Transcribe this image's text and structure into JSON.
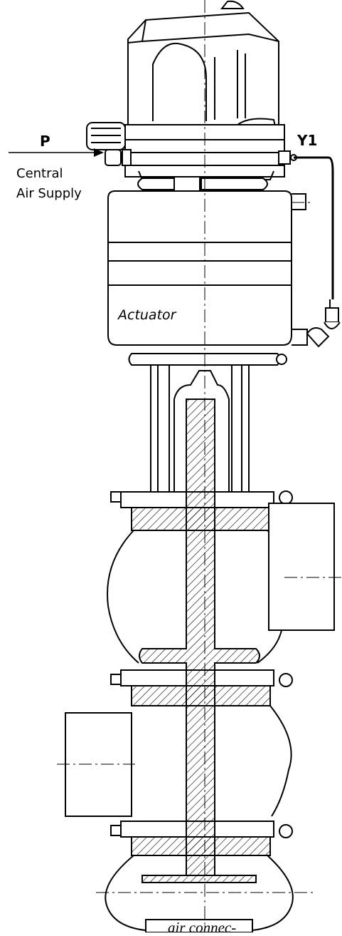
{
  "labels": {
    "pressure": "P",
    "output": "Y1",
    "supply_line1": "Central",
    "supply_line2": "Air Supply",
    "actuator": "Actuator",
    "caption_fragment": "air connec-"
  }
}
